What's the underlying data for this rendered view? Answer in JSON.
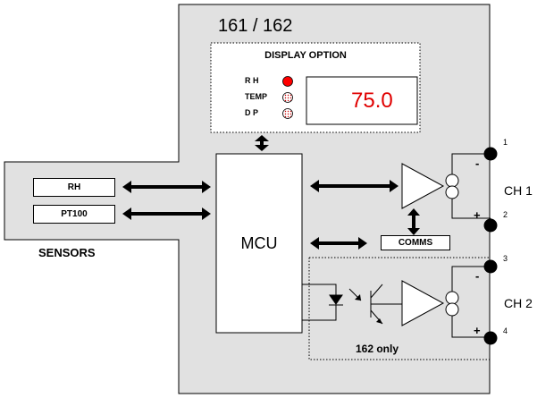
{
  "unit": {
    "title": "161 / 162",
    "background_color": "#e1e1e1",
    "optional_section_label": "162 only"
  },
  "display_option": {
    "title": "DISPLAY OPTION",
    "indicators": [
      {
        "label": "R H",
        "state": "on",
        "color": "#ff0000"
      },
      {
        "label": "TEMP",
        "state": "off",
        "color": "#ffb0b0"
      },
      {
        "label": "D P",
        "state": "off",
        "color": "#ffb0b0"
      }
    ],
    "readout": {
      "value": "75.0",
      "color": "#e00000"
    }
  },
  "sensors": {
    "label": "SENSORS",
    "items": [
      {
        "label": "RH"
      },
      {
        "label": "PT100"
      }
    ]
  },
  "mcu": {
    "label": "MCU"
  },
  "comms": {
    "label": "COMMS"
  },
  "channels": [
    {
      "label": "CH 1",
      "terminals": [
        "1",
        "2"
      ],
      "polarity": [
        "-",
        "+"
      ]
    },
    {
      "label": "CH 2",
      "terminals": [
        "3",
        "4"
      ],
      "polarity": [
        "-",
        "+"
      ]
    }
  ]
}
